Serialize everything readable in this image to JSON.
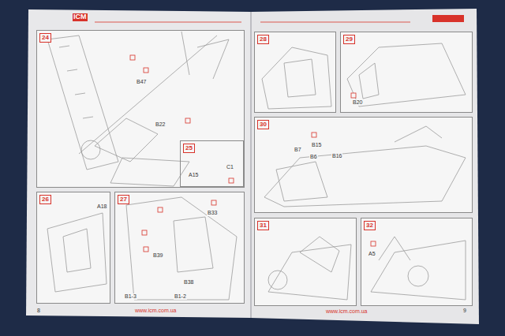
{
  "diagram": {
    "nodes": [
      {
        "text": [
          "24"
        ]
      },
      {
        "text": [
          "25"
        ],
        "in": 0
      },
      {
        "text": [
          "26"
        ]
      },
      {
        "text": [
          "27"
        ]
      },
      {
        "text": [
          "28"
        ]
      },
      {
        "text": [
          "29"
        ]
      },
      {
        "text": [
          "30"
        ]
      },
      {
        "text": [
          "31"
        ]
      },
      {
        "text": [
          "32"
        ]
      }
    ],
    "labels": [
      "ICM",
      "8",
      "www.icm.com.ua",
      "www.icm.com.ua",
      "9",
      "B47",
      "B22",
      "C1",
      "A15",
      "A18",
      "B33",
      "B39",
      "B38",
      "B1-3",
      "B1-2",
      "B20",
      "B7",
      "B15",
      "B6",
      "B16",
      "A5"
    ]
  }
}
